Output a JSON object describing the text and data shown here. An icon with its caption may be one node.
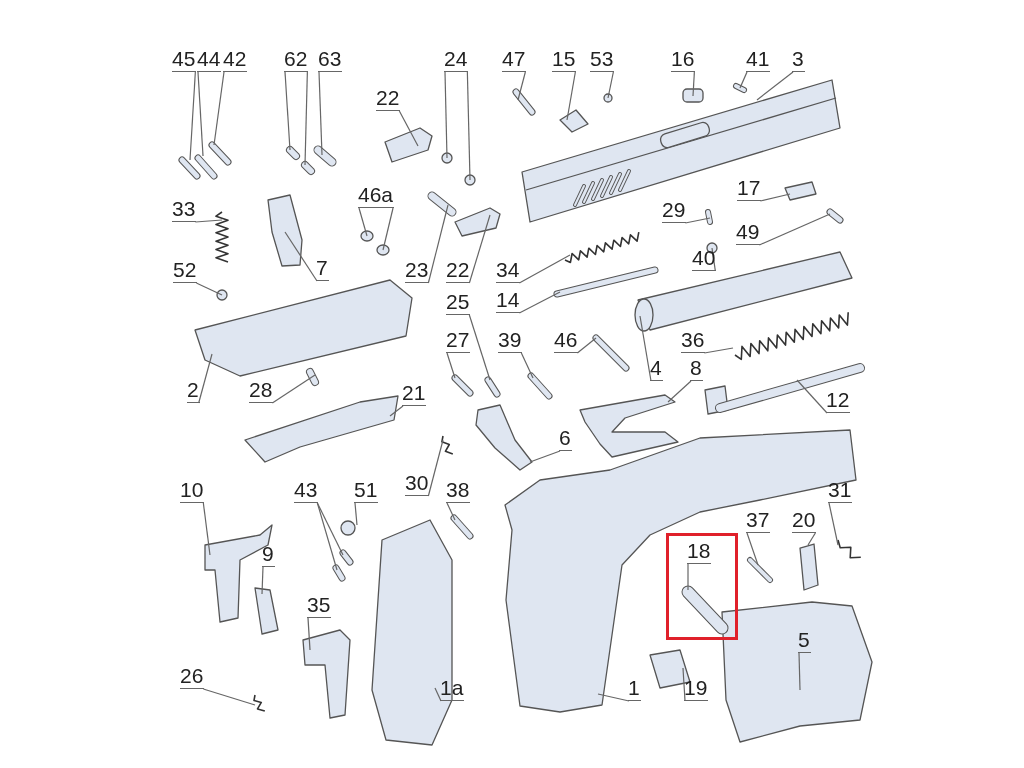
{
  "diagram": {
    "nodes": [
      {
        "text": [
          "45"
        ]
      },
      {
        "text": [
          "44"
        ]
      },
      {
        "text": [
          "42"
        ]
      },
      {
        "text": [
          "62"
        ]
      },
      {
        "text": [
          "63"
        ]
      },
      {
        "text": [
          "24"
        ]
      },
      {
        "text": [
          "47"
        ]
      },
      {
        "text": [
          "15"
        ]
      },
      {
        "text": [
          "53"
        ]
      },
      {
        "text": [
          "16"
        ]
      },
      {
        "text": [
          "41"
        ]
      },
      {
        "text": [
          "3"
        ]
      },
      {
        "text": [
          "22"
        ]
      },
      {
        "text": [
          "33"
        ]
      },
      {
        "text": [
          "46a"
        ]
      },
      {
        "text": [
          "7"
        ]
      },
      {
        "text": [
          "52"
        ]
      },
      {
        "text": [
          "23"
        ]
      },
      {
        "text": [
          "22"
        ]
      },
      {
        "text": [
          "34"
        ]
      },
      {
        "text": [
          "29"
        ]
      },
      {
        "text": [
          "17"
        ]
      },
      {
        "text": [
          "49"
        ]
      },
      {
        "text": [
          "40"
        ]
      },
      {
        "text": [
          "14"
        ]
      },
      {
        "text": [
          "25"
        ]
      },
      {
        "text": [
          "27"
        ]
      },
      {
        "text": [
          "39"
        ]
      },
      {
        "text": [
          "46"
        ]
      },
      {
        "text": [
          "36"
        ]
      },
      {
        "text": [
          "4"
        ]
      },
      {
        "text": [
          "8"
        ]
      },
      {
        "text": [
          "12"
        ]
      },
      {
        "text": [
          "2"
        ]
      },
      {
        "text": [
          "28"
        ]
      },
      {
        "text": [
          "21"
        ]
      },
      {
        "text": [
          "6"
        ]
      },
      {
        "text": [
          "30"
        ]
      },
      {
        "text": [
          "10"
        ]
      },
      {
        "text": [
          "43"
        ]
      },
      {
        "text": [
          "51"
        ]
      },
      {
        "text": [
          "38"
        ]
      },
      {
        "text": [
          "31"
        ]
      },
      {
        "text": [
          "37"
        ]
      },
      {
        "text": [
          "20"
        ]
      },
      {
        "text": [],
        "shape": "box"
      },
      {
        "text": [
          "18"
        ],
        "in": 45
      },
      {
        "text": [
          "9"
        ]
      },
      {
        "text": [
          "35"
        ]
      },
      {
        "text": [
          "5"
        ]
      },
      {
        "text": [
          "26"
        ]
      },
      {
        "text": [
          "1a"
        ]
      },
      {
        "text": [
          "1"
        ]
      },
      {
        "text": [
          "19"
        ]
      }
    ],
    "edges": [
      {
        "from": 0,
        "to": null,
        "arrow": "none"
      },
      {
        "from": 1,
        "to": null,
        "arrow": "none"
      },
      {
        "from": 2,
        "to": null,
        "arrow": "none"
      },
      {
        "from": 3,
        "to": null,
        "arrow": "none"
      },
      {
        "from": 3,
        "to": null,
        "arrow": "none"
      },
      {
        "from": 4,
        "to": null,
        "arrow": "none"
      },
      {
        "from": 5,
        "to": null,
        "arrow": "none"
      },
      {
        "from": 5,
        "to": null,
        "arrow": "none"
      },
      {
        "from": 6,
        "to": null,
        "arrow": "none"
      },
      {
        "from": 7,
        "to": null,
        "arrow": "none"
      },
      {
        "from": 8,
        "to": null,
        "arrow": "none"
      },
      {
        "from": 9,
        "to": null,
        "arrow": "none"
      },
      {
        "from": 10,
        "to": null,
        "arrow": "none"
      },
      {
        "from": 11,
        "to": null,
        "arrow": "none"
      },
      {
        "from": 12,
        "to": null,
        "arrow": "none"
      },
      {
        "from": 13,
        "to": null,
        "arrow": "none"
      },
      {
        "from": 14,
        "to": null,
        "arrow": "none"
      },
      {
        "from": 14,
        "to": null,
        "arrow": "none"
      },
      {
        "from": 15,
        "to": null,
        "arrow": "none"
      },
      {
        "from": 16,
        "to": null,
        "arrow": "none"
      },
      {
        "from": 17,
        "to": null,
        "arrow": "none"
      },
      {
        "from": 18,
        "to": null,
        "arrow": "none"
      },
      {
        "from": 19,
        "to": null,
        "arrow": "none"
      },
      {
        "from": 20,
        "to": null,
        "arrow": "none"
      },
      {
        "from": 21,
        "to": null,
        "arrow": "none"
      },
      {
        "from": 22,
        "to": null,
        "arrow": "none"
      },
      {
        "from": 23,
        "to": null,
        "arrow": "none"
      },
      {
        "from": 24,
        "to": null,
        "arrow": "none"
      },
      {
        "from": 25,
        "to": null,
        "arrow": "none"
      },
      {
        "from": 26,
        "to": null,
        "arrow": "none"
      },
      {
        "from": 27,
        "to": null,
        "arrow": "none"
      },
      {
        "from": 28,
        "to": null,
        "arrow": "none"
      },
      {
        "from": 29,
        "to": null,
        "arrow": "none"
      },
      {
        "from": 30,
        "to": null,
        "arrow": "none"
      },
      {
        "from": 31,
        "to": null,
        "arrow": "none"
      },
      {
        "from": 32,
        "to": null,
        "arrow": "none"
      },
      {
        "from": 33,
        "to": null,
        "arrow": "none"
      },
      {
        "from": 34,
        "to": null,
        "arrow": "none"
      },
      {
        "from": 35,
        "to": null,
        "arrow": "none"
      },
      {
        "from": 36,
        "to": null,
        "arrow": "none"
      },
      {
        "from": 37,
        "to": null,
        "arrow": "none"
      },
      {
        "from": 38,
        "to": null,
        "arrow": "none"
      },
      {
        "from": 39,
        "to": null,
        "arrow": "none"
      },
      {
        "from": 39,
        "to": null,
        "arrow": "none"
      },
      {
        "from": 40,
        "to": null,
        "arrow": "none"
      },
      {
        "from": 41,
        "to": null,
        "arrow": "none"
      },
      {
        "from": 42,
        "to": null,
        "arrow": "none"
      },
      {
        "from": 43,
        "to": null,
        "arrow": "none"
      },
      {
        "from": 44,
        "to": null,
        "arrow": "none"
      },
      {
        "from": 46,
        "to": null,
        "arrow": "none"
      },
      {
        "from": 47,
        "to": null,
        "arrow": "none"
      },
      {
        "from": 48,
        "to": null,
        "arrow": "none"
      },
      {
        "from": 49,
        "to": null,
        "arrow": "none"
      },
      {
        "from": 50,
        "to": null,
        "arrow": "none"
      },
      {
        "from": 51,
        "to": null,
        "arrow": "none"
      },
      {
        "from": 52,
        "to": null,
        "arrow": "none"
      },
      {
        "from": 53,
        "to": null,
        "arrow": "none"
      }
    ]
  }
}
